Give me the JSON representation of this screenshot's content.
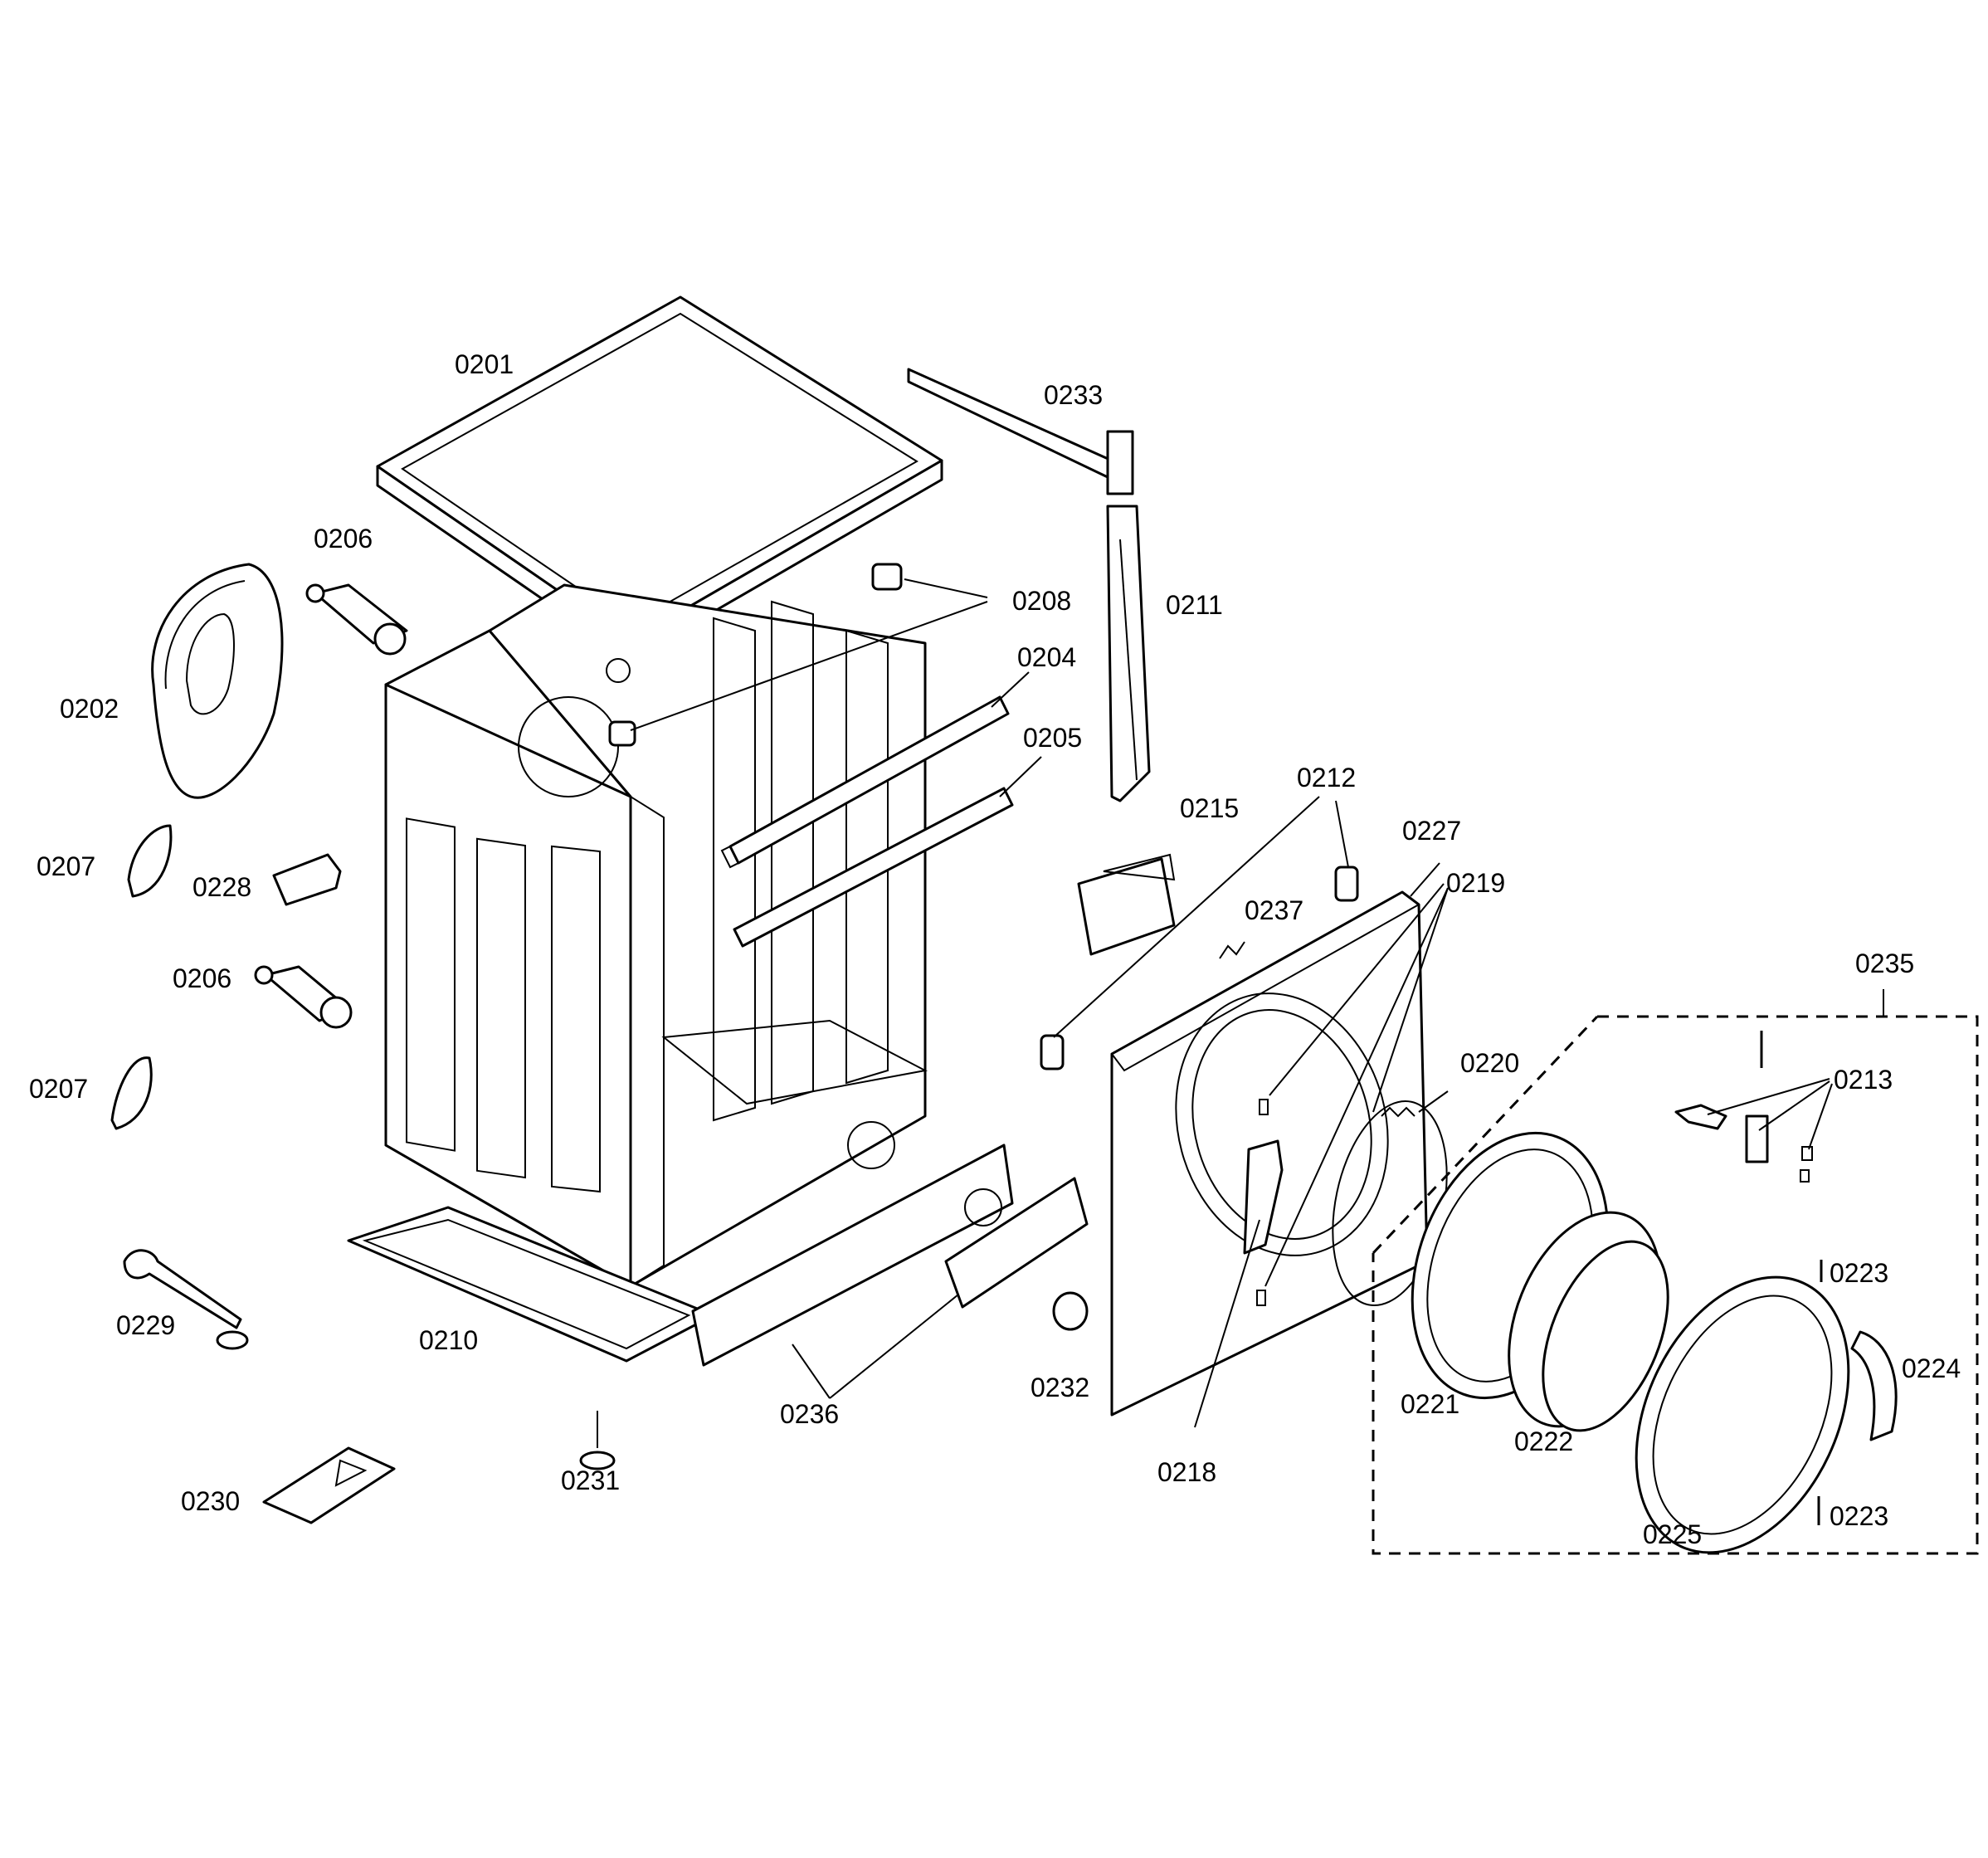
{
  "labels": {
    "l0201": "0201",
    "l0202": "0202",
    "l0204": "0204",
    "l0205": "0205",
    "l0206a": "0206",
    "l0206b": "0206",
    "l0207a": "0207",
    "l0207b": "0207",
    "l0208": "0208",
    "l0210": "0210",
    "l0211": "0211",
    "l0212": "0212",
    "l0213": "0213",
    "l0215": "0215",
    "l0218": "0218",
    "l0219": "0219",
    "l0220": "0220",
    "l0221": "0221",
    "l0222": "0222",
    "l0223a": "0223",
    "l0223b": "0223",
    "l0224": "0224",
    "l0225": "0225",
    "l0227": "0227",
    "l0228": "0228",
    "l0229": "0229",
    "l0230": "0230",
    "l0231": "0231",
    "l0232": "0232",
    "l0233": "0233",
    "l0235": "0235",
    "l0236": "0236",
    "l0237": "0237"
  },
  "colors": {
    "line": "#000000",
    "background": "#ffffff"
  }
}
